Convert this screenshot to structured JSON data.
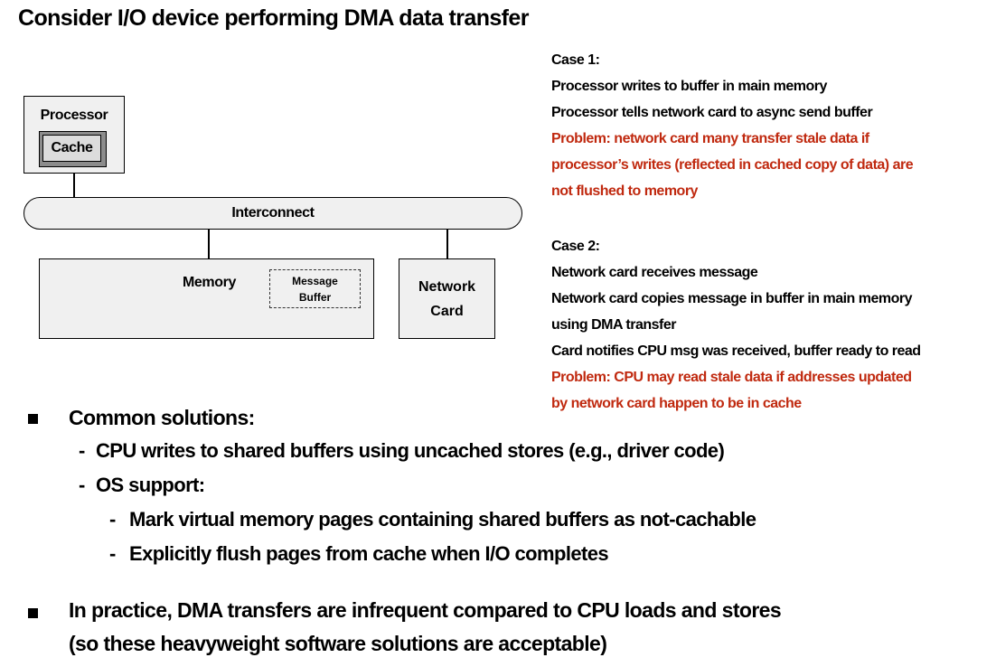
{
  "title": "Consider I/O device performing DMA data transfer",
  "diagram": {
    "processor": "Processor",
    "cache": "Cache",
    "interconnect": "Interconnect",
    "memory": "Memory",
    "message_buffer": [
      "Message",
      "Buffer"
    ],
    "network_card": [
      "Network",
      "Card"
    ]
  },
  "case1": {
    "heading": "Case 1:",
    "lines": [
      "Processor writes to buffer in main memory",
      "Processor tells network card to async send buffer"
    ],
    "problem": [
      "Problem: network card many transfer stale data if",
      "processor’s writes (reflected in cached copy of data) are",
      "not flushed to memory"
    ]
  },
  "case2": {
    "heading": "Case 2:",
    "lines": [
      "Network card receives message",
      "Network card copies message in buffer in main memory",
      "using DMA transfer",
      "Card notifies CPU msg was received, buffer ready to read"
    ],
    "problem": [
      "Problem: CPU may read stale data if addresses updated",
      "by network card happen to be in cache"
    ]
  },
  "bullets": {
    "common": "Common solutions:",
    "sub1": "CPU writes to shared buffers using uncached stores (e.g., driver code)",
    "sub2": "OS support:",
    "subsub1": "Mark virtual memory pages containing shared buffers as not-cachable",
    "subsub2": "Explicitly flush pages from cache when I/O completes",
    "practice_line1": "In practice, DMA transfers are infrequent compared to CPU loads and stores",
    "practice_line2": "(so these heavyweight software solutions are acceptable)"
  },
  "colors": {
    "problem_text": "#c0290f",
    "box_fill": "#f0f0f0"
  }
}
